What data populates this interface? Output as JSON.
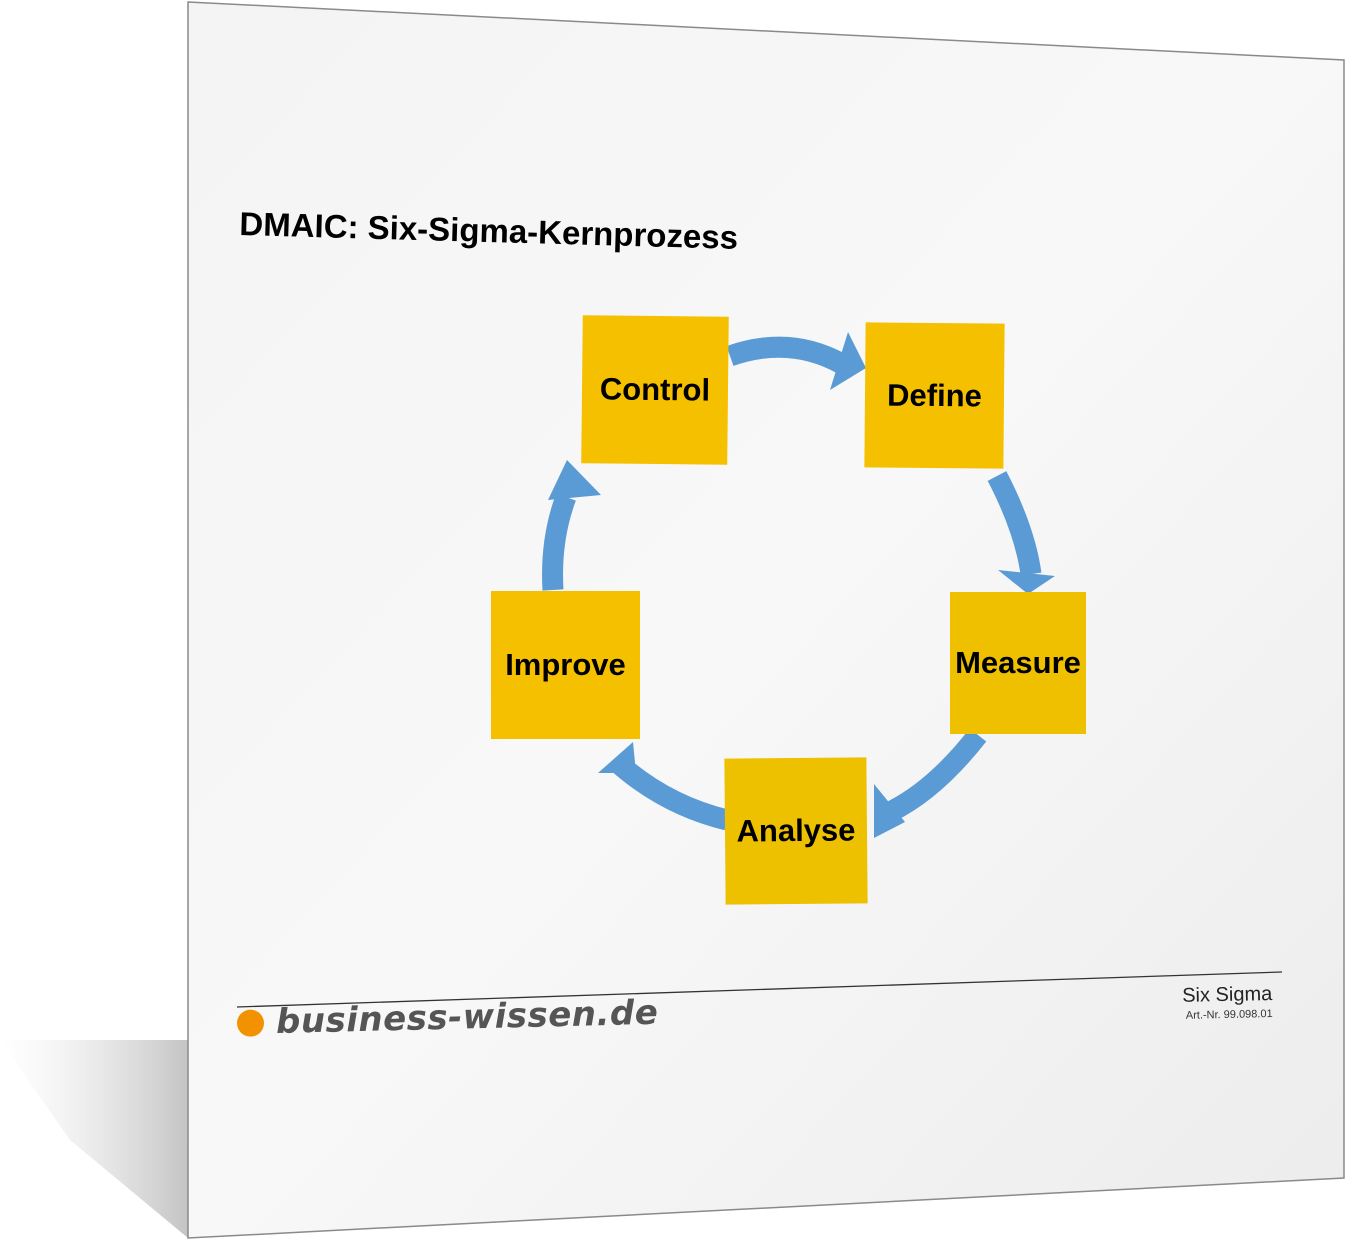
{
  "title": "DMAIC: Six-Sigma-Kernprozess",
  "steps": {
    "define": "Define",
    "measure": "Measure",
    "analyse": "Analyse",
    "improve": "Improve",
    "control": "Control"
  },
  "footer": {
    "brand": "business-wissen.de",
    "topic": "Six Sigma",
    "article_number": "Art.-Nr. 99.098.01"
  },
  "colors": {
    "step_fill": "#f5c000",
    "arrow": "#5b9bd5",
    "brand_dot": "#f39200"
  }
}
